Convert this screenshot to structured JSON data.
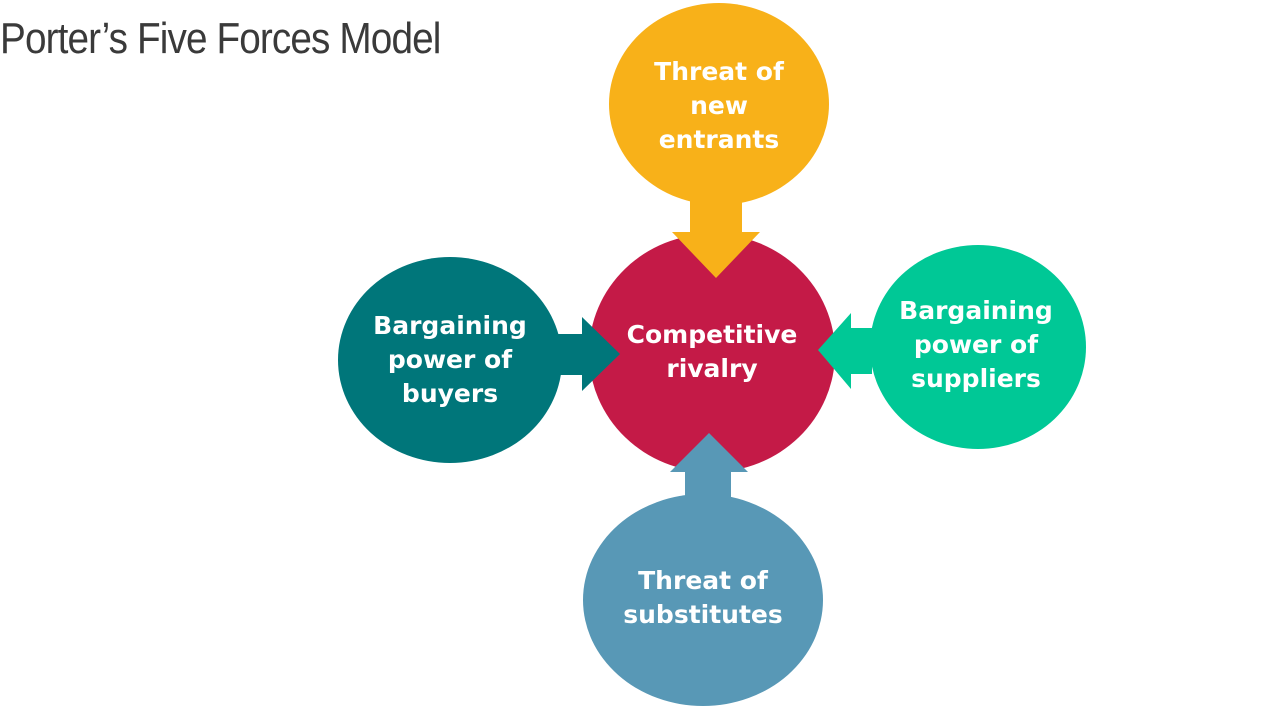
{
  "title": "Porter’s Five Forces Model",
  "colors": {
    "new_entrants": "#F8B119",
    "rivalry": "#C41A47",
    "buyers": "#00767A",
    "suppliers": "#00C896",
    "substitutes": "#5898B6",
    "text": "#FFFFFF",
    "title": "#3A3A3A"
  },
  "forces": {
    "rivalry": {
      "label": "Competitive\nrivalry"
    },
    "new_entrants": {
      "label": "Threat of\nnew\nentrants",
      "arrow": "points-to-rivalry"
    },
    "buyers": {
      "label": "Bargaining\npower of\nbuyers",
      "arrow": "points-to-rivalry"
    },
    "suppliers": {
      "label": "Bargaining\npower of\nsuppliers",
      "arrow": "points-to-rivalry"
    },
    "substitutes": {
      "label": "Threat of\nsubstitutes",
      "arrow": "points-to-rivalry"
    }
  }
}
